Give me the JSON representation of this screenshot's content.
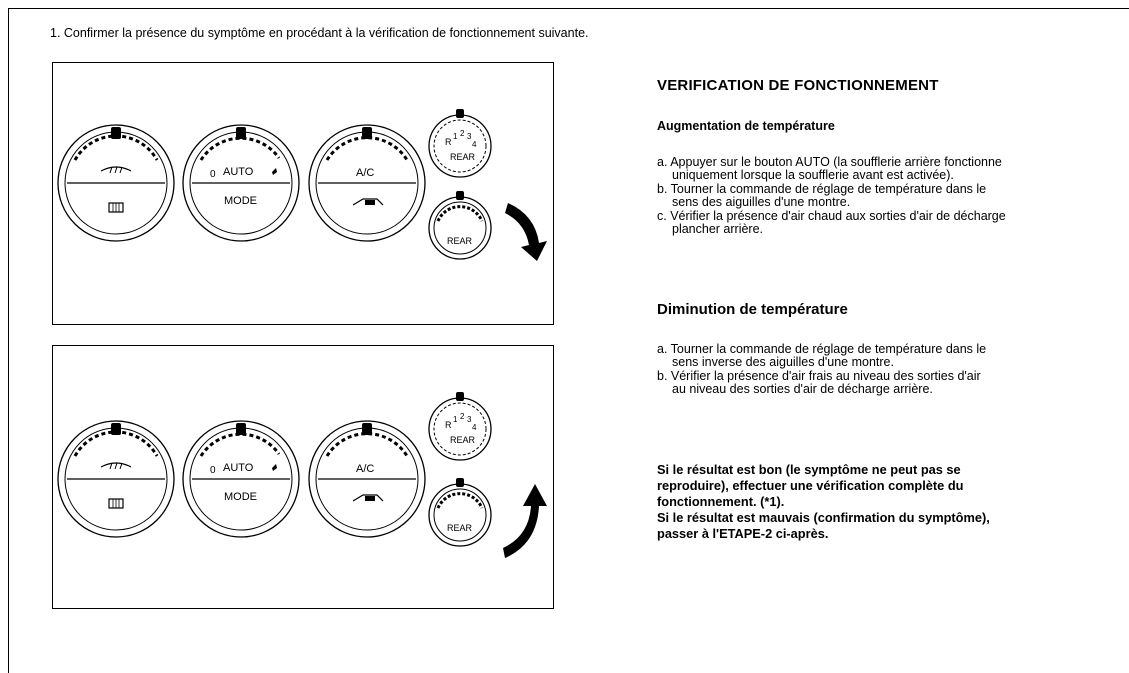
{
  "intro": "1. Confirmer la présence du symptôme en procédant à la vérification de fonctionnement suivante.",
  "dial_labels": {
    "auto": "AUTO",
    "mode": "MODE",
    "ac": "A/C",
    "zero": "0",
    "rear": "REAR",
    "r": "R",
    "n1": "1",
    "n2": "2",
    "n3": "3",
    "n4": "4"
  },
  "check": {
    "title": "VERIFICATION DE FONCTIONNEMENT",
    "increase": {
      "heading": "Augmentation de température",
      "a_line1": "a. Appuyer sur le bouton AUTO (la soufflerie arrière fonctionne",
      "a_line2": "uniquement lorsque la soufflerie avant est activée).",
      "b_line1": "b. Tourner la commande de réglage de température dans le",
      "b_line2": "sens des aiguilles d'une montre.",
      "c_line1": "c. Vérifier la présence d'air chaud aux sorties d'air de décharge",
      "c_line2": "plancher arrière."
    },
    "decrease": {
      "heading": "Diminution de température",
      "a_line1": "a. Tourner la commande de réglage de température dans le",
      "a_line2": "sens inverse des aiguilles d'une montre.",
      "b_line1": "b. Vérifier la présence d'air frais au niveau des sorties d'air",
      "b_line2": "au niveau des sorties d'air de décharge arrière."
    },
    "result": {
      "line1": "Si le résultat est bon (le symptôme ne peut pas se",
      "line2": "reproduire), effectuer une vérification complète du",
      "line3": "fonctionnement. (*1).",
      "line4": "Si le résultat est mauvais (confirmation du symptôme),",
      "line5": "passer à l'ETAPE-2 ci-après."
    }
  }
}
